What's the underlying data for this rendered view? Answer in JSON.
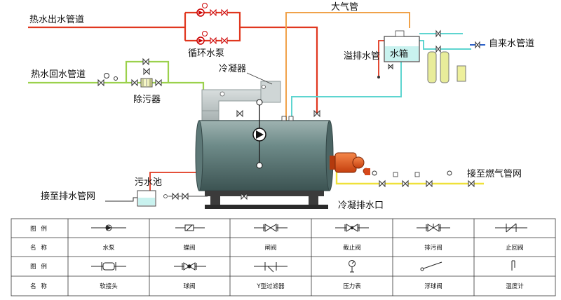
{
  "labels": {
    "hot_out": "热水出水管道",
    "hot_return": "热水回水管道",
    "pump_label": "循环水泵",
    "filter_label": "除污器",
    "condenser": "冷凝器",
    "vent": "大气管",
    "overflow": "溢排水管",
    "water_tank": "水箱",
    "tap_water": "自来水管道",
    "sewage_pool": "污水池",
    "drain_net": "接至排水管网",
    "gas_net": "接至燃气管网",
    "condensate_outlet": "冷凝排水口"
  },
  "legend": {
    "row_labels": [
      "图 例",
      "名 称",
      "图 例",
      "名 称"
    ],
    "row1_names": [
      "水泵",
      "蝶阀",
      "闸阀",
      "截止阀",
      "排污阀",
      "止回阀"
    ],
    "row2_names": [
      "软接头",
      "球阀",
      "Y型过滤器",
      "压力表",
      "浮球阀",
      "温度计"
    ],
    "symbols_row1": [
      "pump-icon",
      "butterfly-valve-icon",
      "gate-valve-icon",
      "globe-valve-icon",
      "blowdown-valve-icon",
      "check-valve-icon"
    ],
    "symbols_row2": [
      "flexible-joint-icon",
      "ball-valve-icon",
      "y-strainer-icon",
      "pressure-gauge-icon",
      "float-valve-icon",
      "thermometer-icon"
    ]
  },
  "colors": {
    "hot_water": "#e0371f",
    "return_water": "#9bd14c",
    "vent_pipe": "#f0a24a",
    "cold_water": "#5ed5d0",
    "gas_pipe": "#efe13a",
    "boiler_body": "#5f7b7b",
    "burner": "#e85a14"
  }
}
